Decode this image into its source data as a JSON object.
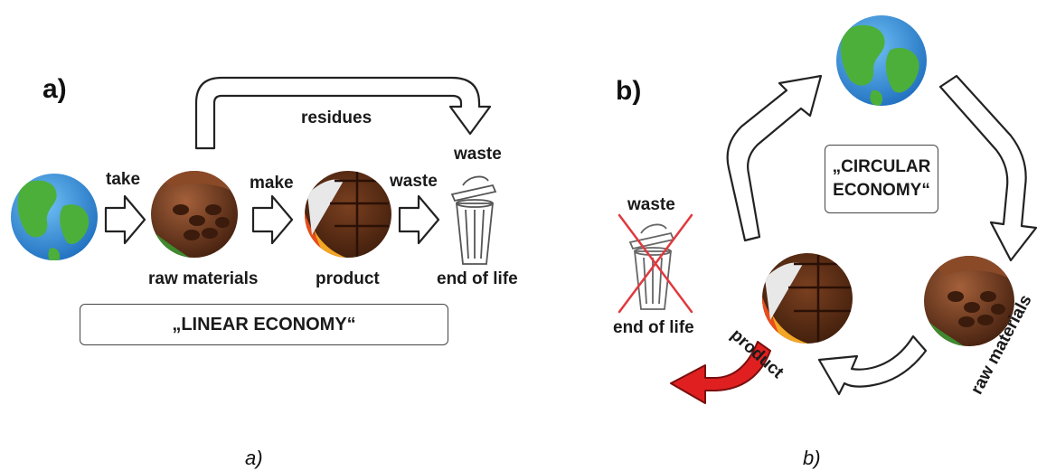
{
  "panel_a": {
    "letter": "a)",
    "labels": {
      "take": "take",
      "make": "make",
      "waste_arrow": "waste",
      "residues": "residues",
      "waste_top": "waste",
      "raw_materials": "raw materials",
      "product": "product",
      "end_of_life": "end of life"
    },
    "box_label": "„LINEAR ECONOMY“",
    "caption": "a)"
  },
  "panel_b": {
    "letter": "b)",
    "labels": {
      "waste": "waste",
      "end_of_life": "end of life",
      "product": "product",
      "raw_materials": "raw materials"
    },
    "box_line1": "„CIRCULAR",
    "box_line2": "ECONOMY“",
    "caption": "b)"
  },
  "colors": {
    "ocean": "#3a8fd6",
    "land": "#4caf3a",
    "chocolate": "#5a2d14",
    "cocoa_pod": "#6b3a22",
    "red_arrow": "#e02020",
    "cross": "#e0393e"
  },
  "icons": [
    "globe-icon",
    "cocoa-icon",
    "chocolate-icon",
    "trash-bin-icon",
    "red-cross-icon"
  ]
}
